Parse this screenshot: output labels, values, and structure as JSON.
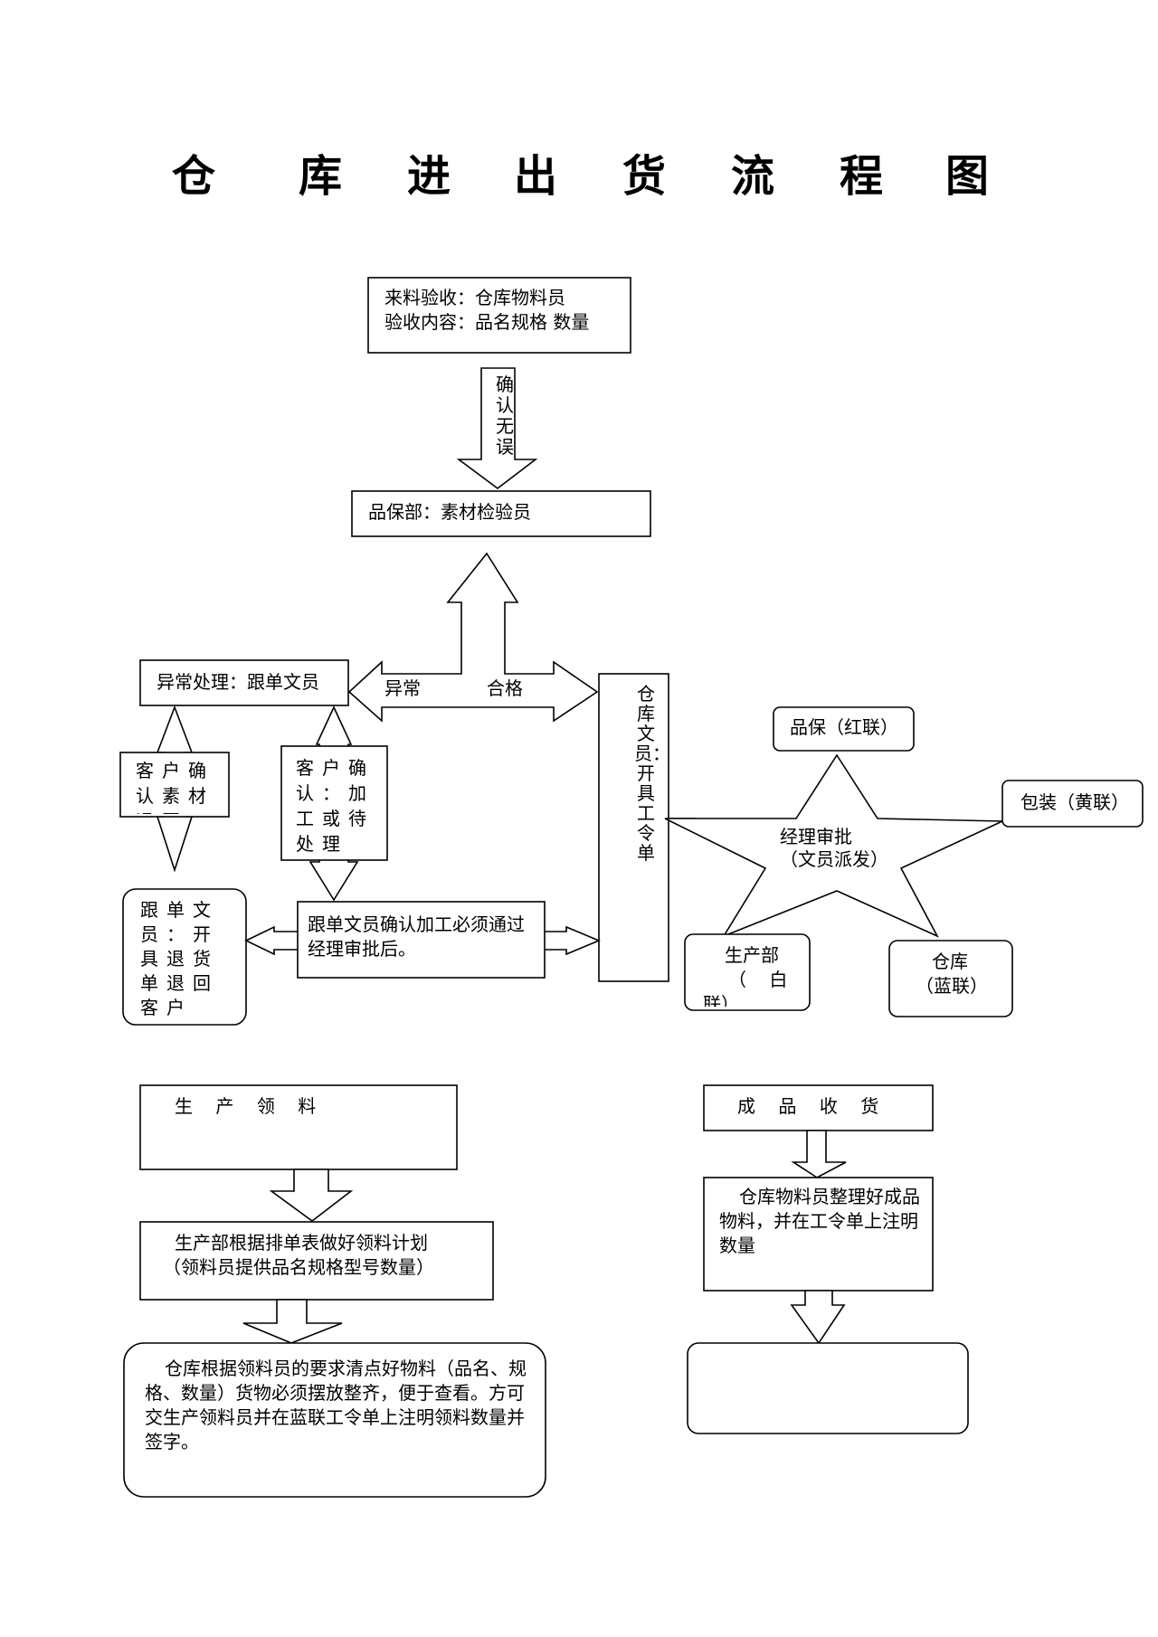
{
  "title": {
    "chars": [
      "仓",
      "库",
      "进",
      "出",
      "货",
      "流",
      "程",
      "图"
    ]
  },
  "nodes": {
    "incoming": {
      "line1": "来料验收：仓库物料员",
      "line2": "验收内容：品名规格  数量"
    },
    "arrow_confirm": "确认无误",
    "qa": "品保部：素材检验员",
    "anomaly": "异常处理：跟单文员",
    "label_anomaly": "异常",
    "label_pass": "合格",
    "warehouse_clerk": "仓库文员：开具工令单",
    "customer_return": "客户确认素材退回",
    "customer_process": "客户确认：加工或待处理",
    "clerk_return": "跟单文员：开具退货单退回客户",
    "clerk_confirm": "跟单文员确认加工必须通过经理审批后。",
    "manager": {
      "line1": "经理审批",
      "line2": "（文员派发）"
    },
    "qa_copy": "品保（红联）",
    "pack_copy": "包装（黄联）",
    "prod_copy": {
      "line1": "生产部",
      "line2": "（    白",
      "line3": "联）"
    },
    "wh_copy": {
      "line1": "仓库",
      "line2": "（蓝联）"
    }
  },
  "production": {
    "head": "生    产    领    料",
    "step1": {
      "line1": "生产部根据排单表做好领料计划",
      "line2": "（领料员提供品名规格型号数量）"
    },
    "step2": "仓库根据领料员的要求清点好物料（品名、规格、数量）货物必须摆放整齐，便于查看。方可交生产领料员并在蓝联工令单上注明领料数量并签字。"
  },
  "finished": {
    "head": "成    品    收    货",
    "step1": "仓库物料员整理好成品物料，并在工令单上注明数量",
    "step2": ""
  }
}
